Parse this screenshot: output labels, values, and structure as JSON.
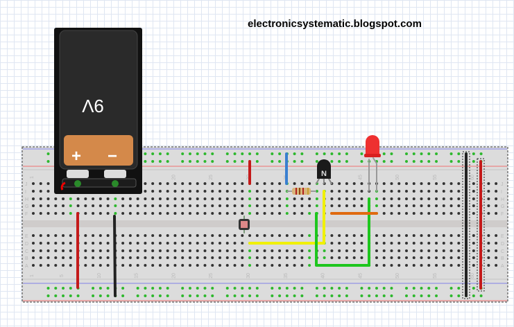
{
  "header": {
    "site": "electronicsystematic.blogspot.com"
  },
  "battery": {
    "label": "9V",
    "plus": "+",
    "minus": "−"
  },
  "transistor": {
    "label": "N"
  },
  "breadboard": {
    "columns": 63,
    "rows_top": [
      "J",
      "I",
      "H",
      "G",
      "F"
    ],
    "rows_bottom": [
      "E",
      "D",
      "C",
      "B",
      "A"
    ],
    "column_numbers": [
      "1",
      "5",
      "10",
      "15",
      "20",
      "25",
      "30",
      "35",
      "40",
      "45",
      "50",
      "55",
      "60"
    ]
  },
  "colors": {
    "wire_red": "#c41a1a",
    "wire_black": "#222222",
    "wire_blue": "#3a7fd0",
    "wire_yellow": "#f0f000",
    "wire_green": "#1ec61e",
    "wire_orange": "#e06a10",
    "rail_red": "#f07070",
    "rail_blue": "#8080e8"
  }
}
